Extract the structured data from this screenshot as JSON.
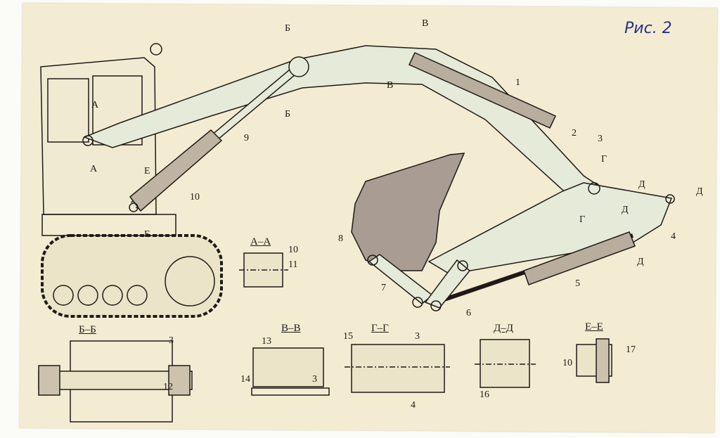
{
  "figure_label": "Рис. 2",
  "colors": {
    "paper": "#f3ecd2",
    "boom": "#e6ead8",
    "bucket": "#a99d93",
    "ink": "#1f1a17",
    "handwriting": "#2c2f8a"
  },
  "callouts": [
    "1",
    "2",
    "3",
    "4",
    "5",
    "6",
    "7",
    "8",
    "9",
    "10"
  ],
  "section_marks": {
    "A": "А",
    "B": "Б",
    "V": "В",
    "G": "Г",
    "D": "Д",
    "E": "Е"
  },
  "sections": [
    {
      "title": "А–А",
      "parts": [
        "10",
        "11"
      ]
    },
    {
      "title": "Б–Б",
      "parts": [
        "3",
        "12"
      ]
    },
    {
      "title": "В–В",
      "parts": [
        "13",
        "14",
        "3"
      ]
    },
    {
      "title": "Г–Г",
      "parts": [
        "15",
        "3",
        "4"
      ]
    },
    {
      "title": "Д–Д",
      "parts": [
        "16"
      ]
    },
    {
      "title": "Е–Е",
      "parts": [
        "10",
        "17"
      ]
    }
  ]
}
